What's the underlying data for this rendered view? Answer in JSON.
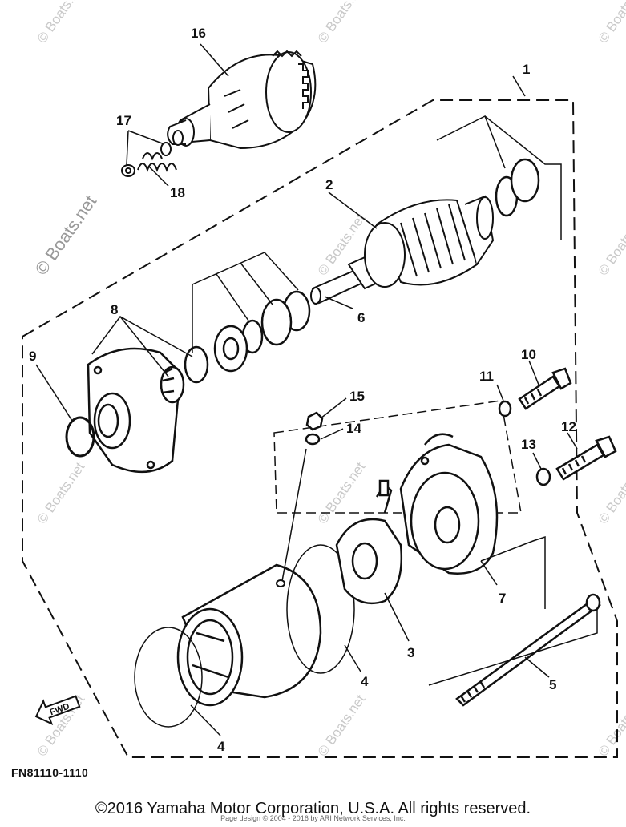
{
  "parts": {
    "p1": "1",
    "p2": "2",
    "p3": "3",
    "p4a": "4",
    "p4b": "4",
    "p5": "5",
    "p6": "6",
    "p7": "7",
    "p8": "8",
    "p9": "9",
    "p10": "10",
    "p11": "11",
    "p12": "12",
    "p13": "13",
    "p14": "14",
    "p15": "15",
    "p16": "16",
    "p17": "17",
    "p18": "18"
  },
  "diagram_code": "FN81110-1110",
  "fwd_label": "FWD",
  "watermark": "© Boats.net",
  "copyright": "©2016 Yamaha Motor Corporation, U.S.A. All rights reserved.",
  "page_design": "Page design © 2004 - 2016 by ARI Network Services, Inc."
}
